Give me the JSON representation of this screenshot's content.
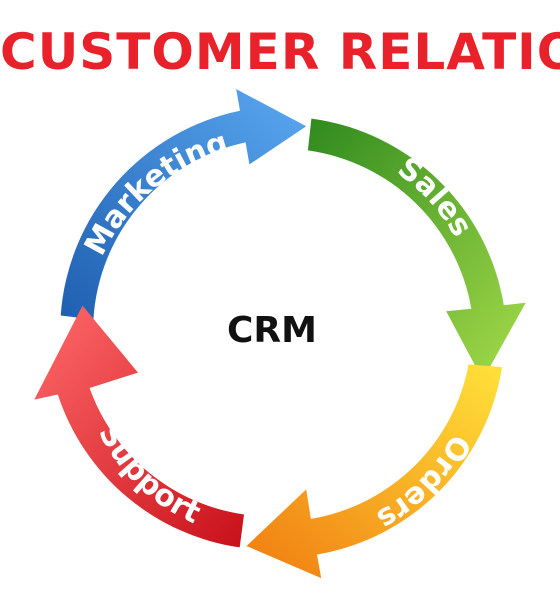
{
  "title": {
    "text": "CUSTOMER RELATIONSHIP MANAGEMENT",
    "color": "#e8212a"
  },
  "cycle": {
    "center_label": "CRM",
    "segments": [
      {
        "label": "Marketing",
        "color_light": "#5aa8f0",
        "color_dark": "#1f5fb0"
      },
      {
        "label": "Sales",
        "color_light": "#a6dc4a",
        "color_dark": "#2f8a1e"
      },
      {
        "label": "Orders",
        "color_light": "#ffe23a",
        "color_dark": "#f07b10"
      },
      {
        "label": "Support",
        "color_light": "#ff6a6a",
        "color_dark": "#c8101a"
      }
    ]
  }
}
